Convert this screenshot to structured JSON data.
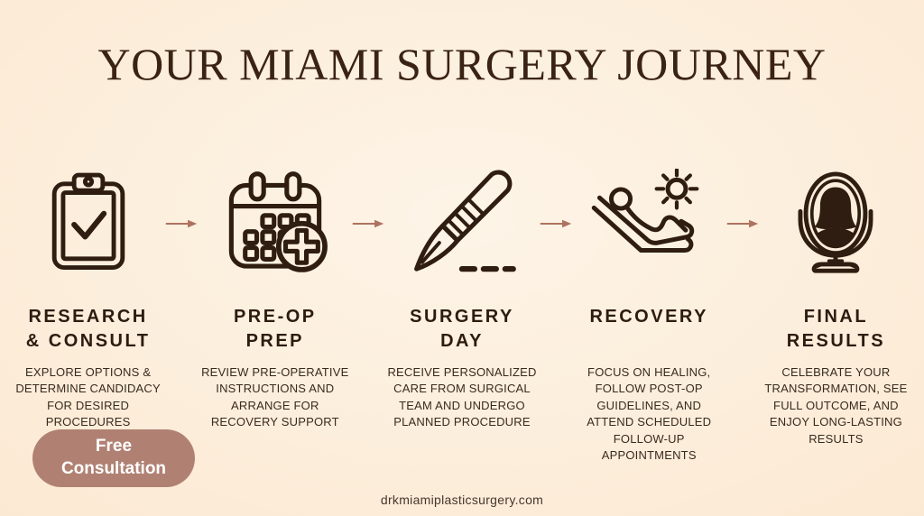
{
  "title": "YOUR MIAMI SURGERY JOURNEY",
  "steps": [
    {
      "icon": "clipboard-check-icon",
      "title_line1": "RESEARCH",
      "title_line2": "& CONSULT",
      "description": "EXPLORE OPTIONS & DETERMINE CANDIDACY FOR DESIRED PROCEDURES"
    },
    {
      "icon": "calendar-medical-icon",
      "title_line1": "PRE-OP",
      "title_line2": "PREP",
      "description": "REVIEW PRE-OPERATIVE INSTRUCTIONS AND ARRANGE FOR RECOVERY SUPPORT"
    },
    {
      "icon": "scalpel-icon",
      "title_line1": "SURGERY",
      "title_line2": "DAY",
      "description": "RECEIVE PERSONALIZED CARE FROM SURGICAL TEAM AND UNDERGO PLANNED PROCEDURE"
    },
    {
      "icon": "recovery-lounger-sun-icon",
      "title_line1": "RECOVERY",
      "title_line2": "",
      "description": "FOCUS ON HEALING, FOLLOW POST-OP GUIDELINES, AND ATTEND SCHEDULED FOLLOW-UP APPOINTMENTS"
    },
    {
      "icon": "mirror-reflection-icon",
      "title_line1": "FINAL",
      "title_line2": "RESULTS",
      "description": "CELEBRATE YOUR TRANSFORMATION, SEE FULL OUTCOME, AND ENJOY LONG-LASTING RESULTS"
    }
  ],
  "cta": {
    "label": "Free Consultation"
  },
  "website": "drkmiamiplasticsurgery.com",
  "colors": {
    "background_center": "#fdf4e7",
    "background_edge": "#fbe2c6",
    "title_text": "#3b2314",
    "step_title_text": "#2d1b10",
    "body_text": "#3a2a1e",
    "icon_stroke": "#2f1d11",
    "arrow": "#ae7260",
    "cta_background": "#b08173",
    "cta_text": "#ffffff"
  }
}
